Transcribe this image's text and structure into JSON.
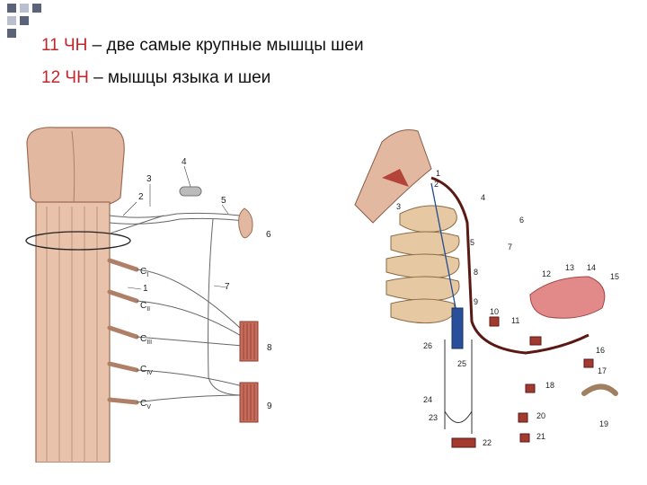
{
  "slide": {
    "line1": {
      "nerve": "11 ЧН",
      "text": " – две самые крупные мышцы шеи"
    },
    "line2": {
      "nerve": "12 ЧН",
      "text": " – мышцы языка и шеи"
    }
  },
  "figure_left": {
    "labels": [
      "1",
      "2",
      "3",
      "4",
      "5",
      "6",
      "7",
      "8",
      "9"
    ],
    "spinal": [
      {
        "base": "C",
        "sub": "I"
      },
      {
        "base": "C",
        "sub": "II"
      },
      {
        "base": "C",
        "sub": "III"
      },
      {
        "base": "C",
        "sub": "IV"
      },
      {
        "base": "C",
        "sub": "V"
      }
    ]
  },
  "figure_right": {
    "labels": [
      "1",
      "2",
      "3",
      "4",
      "5",
      "6",
      "7",
      "8",
      "9",
      "10",
      "11",
      "12",
      "13",
      "14",
      "15",
      "16",
      "17",
      "18",
      "19",
      "20",
      "21",
      "22",
      "23",
      "24",
      "25",
      "26"
    ]
  },
  "colors": {
    "accent": "#c0262b",
    "bullet_dark": "#5a6378",
    "bullet_light": "#b9bfcc"
  }
}
